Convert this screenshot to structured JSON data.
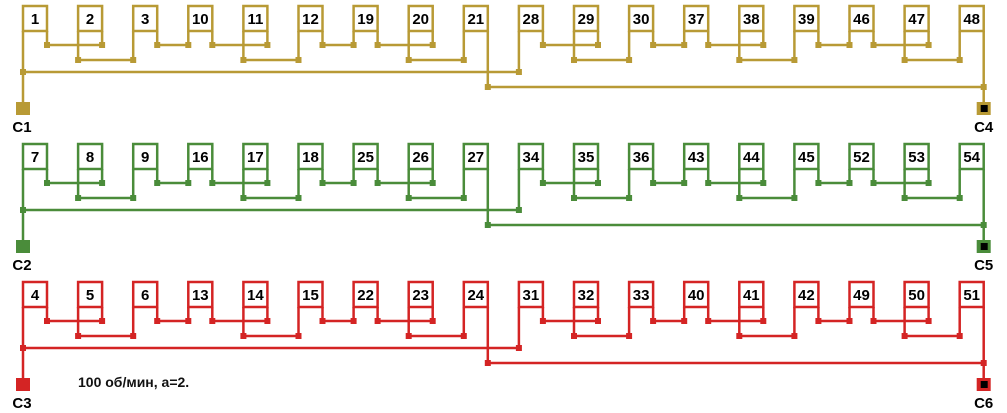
{
  "diagram": {
    "phases": [
      {
        "color": "#b89a35",
        "coils": [
          "1",
          "2",
          "3",
          "10",
          "11",
          "12",
          "19",
          "20",
          "21",
          "28",
          "29",
          "30",
          "37",
          "38",
          "39",
          "46",
          "47",
          "48"
        ],
        "start_terminal": "C1",
        "end_terminal": "C4"
      },
      {
        "color": "#4a8c3a",
        "coils": [
          "7",
          "8",
          "9",
          "16",
          "17",
          "18",
          "25",
          "26",
          "27",
          "34",
          "35",
          "36",
          "43",
          "44",
          "45",
          "52",
          "53",
          "54"
        ],
        "start_terminal": "C2",
        "end_terminal": "C5"
      },
      {
        "color": "#d42424",
        "coils": [
          "4",
          "5",
          "6",
          "13",
          "14",
          "15",
          "22",
          "23",
          "24",
          "31",
          "32",
          "33",
          "40",
          "41",
          "42",
          "49",
          "50",
          "51"
        ],
        "start_terminal": "C3",
        "end_terminal": "C6"
      }
    ],
    "note": "100 об/мин, a=2."
  }
}
